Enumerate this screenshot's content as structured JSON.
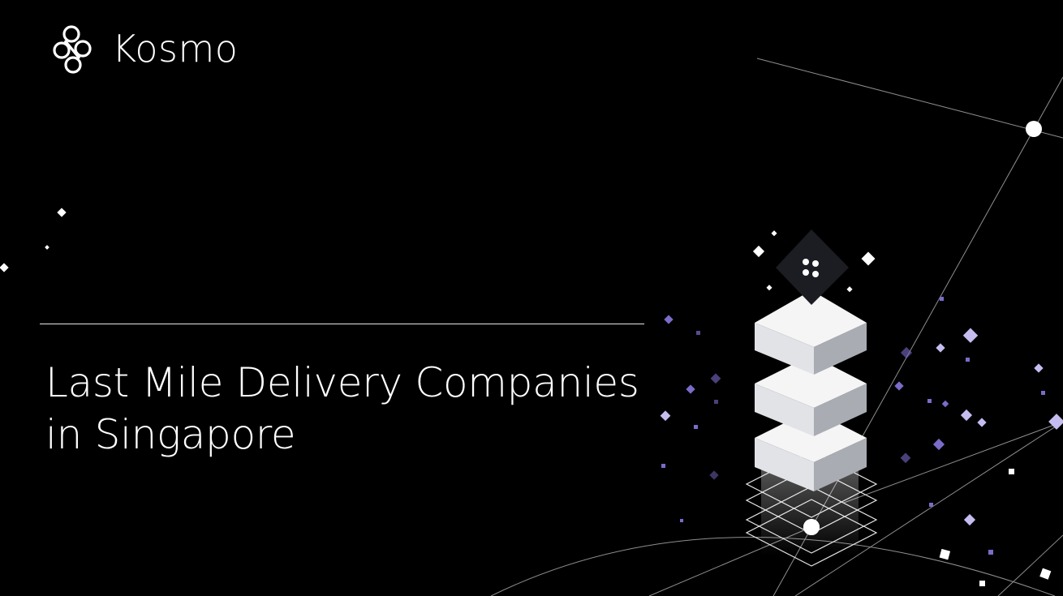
{
  "brand": {
    "name": "Kosmo"
  },
  "headline": {
    "line1": "Last Mile Delivery Companies",
    "line2": "in Singapore"
  },
  "colors": {
    "background": "#000000",
    "text": "#ffffff",
    "cube_top": "#f5f5f6",
    "cube_side": "#a9acb3",
    "sparkle": "#7a6cc9"
  },
  "icons": [
    "kosmo-logo-icon"
  ]
}
